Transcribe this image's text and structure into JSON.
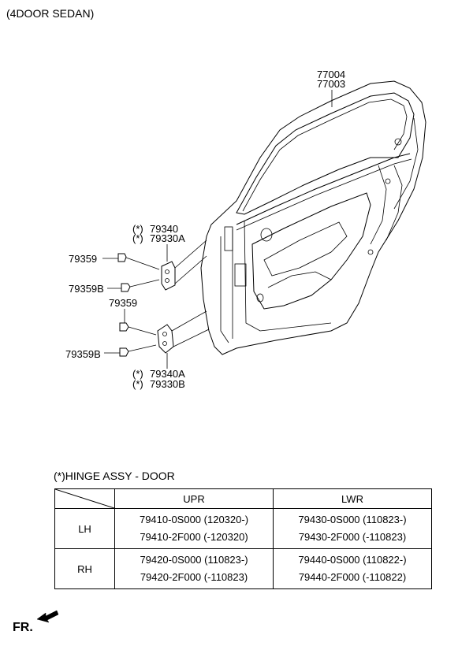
{
  "header": {
    "title": "(4DOOR SEDAN)"
  },
  "parts": {
    "door_lh": "77004",
    "door_rh": "77003",
    "upper_hinge_lh": "79340",
    "upper_hinge_rh": "79330A",
    "lower_hinge_lh": "79340A",
    "lower_hinge_rh": "79330B",
    "bolt_upper": "79359",
    "bolt_upper_b": "79359B",
    "bolt_lower": "79359",
    "bolt_lower_b": "79359B",
    "marker": "(*)"
  },
  "note": {
    "text": "(*)HINGE ASSY - DOOR"
  },
  "table": {
    "columns": [
      "UPR",
      "LWR"
    ],
    "rows": [
      {
        "side": "LH",
        "upr": [
          "79410-0S000  (120320-)",
          "79410-2F000  (-120320)"
        ],
        "lwr": [
          "79430-0S000  (110823-)",
          "79430-2F000  (-110823)"
        ]
      },
      {
        "side": "RH",
        "upr": [
          "79420-0S000  (110823-)",
          "79420-2F000  (-110823)"
        ],
        "lwr": [
          "79440-0S000  (110822-)",
          "79440-2F000  (-110822)"
        ]
      }
    ]
  },
  "footer": {
    "front_label": "FR."
  }
}
